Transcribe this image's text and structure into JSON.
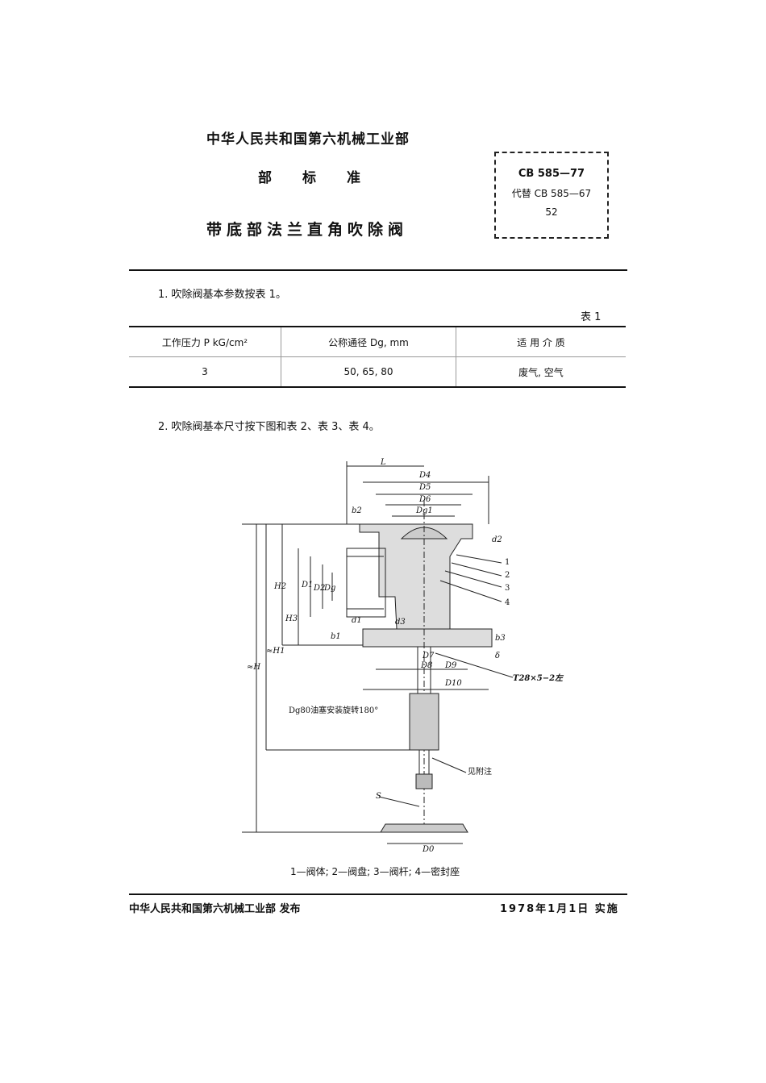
{
  "header": {
    "ministry": "中华人民共和国第六机械工业部",
    "standard_type": "部标准",
    "title": "带底部法兰直角吹除阀"
  },
  "code_box": {
    "code": "CB 585—77",
    "replaces": "代替 CB 585—67",
    "page": "52"
  },
  "section1": {
    "text": "1. 吹除阀基本参数按表 1。",
    "table_label": "表 1",
    "table": {
      "headers": [
        "工作压力 P  kG/cm²",
        "公称通径 Dg, mm",
        "适  用  介  质"
      ],
      "rows": [
        [
          "3",
          "50, 65, 80",
          "废气, 空气"
        ]
      ]
    }
  },
  "section2": {
    "text": "2. 吹除阀基本尺寸按下图和表 2、表 3、表 4。"
  },
  "drawing": {
    "labels": {
      "L": "L",
      "D4": "D4",
      "D5": "D5",
      "D6": "D6",
      "Dg1": "Dg1",
      "b2": "b2",
      "d2": "d2",
      "H2": "H2",
      "H3": "H3",
      "D1": "D1",
      "D2": "D2",
      "Dg": "Dg",
      "d1": "d1",
      "d3": "d3",
      "b1": "b1",
      "b3": "b3",
      "delta": "δ",
      "H1": "≈H1",
      "H": "≈H",
      "D7": "D7",
      "D8": "D8",
      "D9": "D9",
      "D10": "D10",
      "thread": "T28×5−2左",
      "plug_note": "Dg80油塞安装旋转180°",
      "see_note": "见附注",
      "S": "S",
      "D0": "D0",
      "parts": [
        "1",
        "2",
        "3",
        "4"
      ]
    },
    "caption": "1—阀体; 2—阀盘; 3—阀杆; 4—密封座"
  },
  "footer": {
    "publisher": "中华人民共和国第六机械工业部  发布",
    "effective": "1978年1月1日  实施"
  }
}
